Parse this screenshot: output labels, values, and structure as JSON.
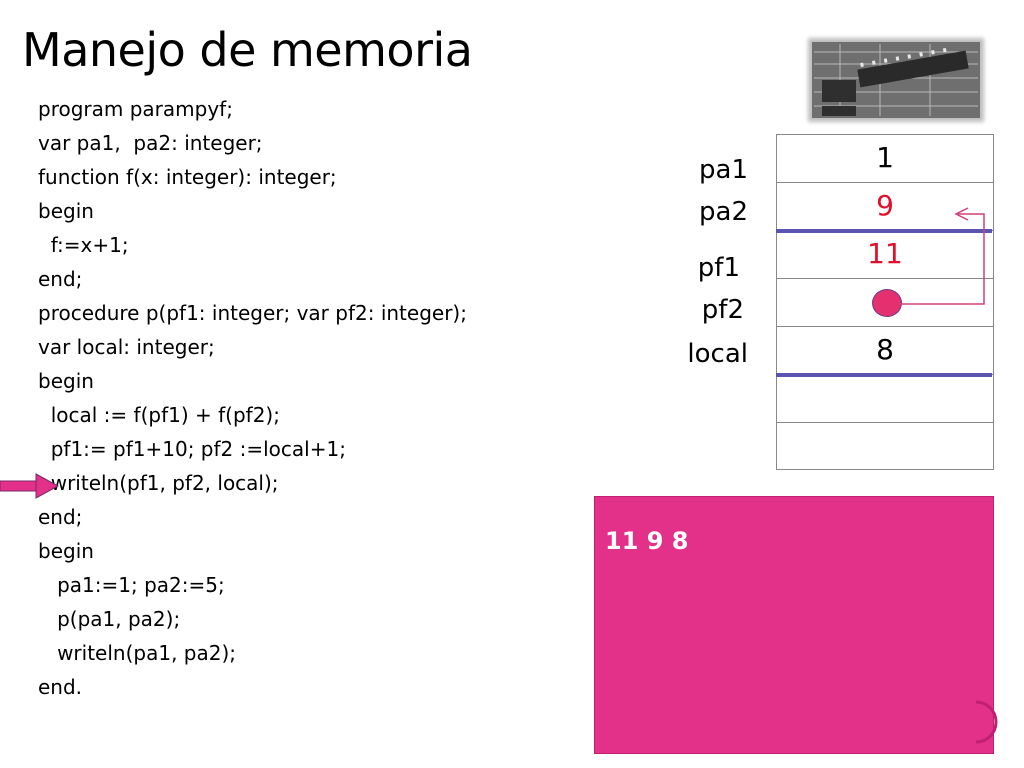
{
  "slide": {
    "title": "Manejo de memoria"
  },
  "code": {
    "lines": [
      "program parampyf;",
      "var pa1,  pa2: integer;",
      "function f(x: integer): integer;",
      "begin",
      "  f:=x+1;",
      "end;",
      "procedure p(pf1: integer; var pf2: integer);",
      "var local: integer;",
      "begin",
      "  local := f(pf1) + f(pf2);",
      "  pf1:= pf1+10; pf2 :=local+1;",
      "  writeln(pf1, pf2, local);",
      "end;",
      "begin",
      "   pa1:=1; pa2:=5;",
      "   p(pa1, pa2);",
      "   writeln(pa1, pa2);",
      "end."
    ],
    "current_line_index": 11
  },
  "memory": {
    "labels": {
      "pa1": "pa1",
      "pa2": "pa2",
      "pf1": "pf1",
      "pf2": "pf2",
      "local": "local"
    },
    "cells": [
      {
        "value": "1",
        "color": "#000000"
      },
      {
        "value": "9",
        "color": "#e0102a"
      },
      {
        "value": "11",
        "color": "#e0102a"
      },
      {
        "value": "",
        "color": "#000000"
      },
      {
        "value": "8",
        "color": "#000000"
      },
      {
        "value": "",
        "color": "#000000"
      },
      {
        "value": "",
        "color": "#000000"
      }
    ]
  },
  "output": {
    "text": "11 9 8"
  },
  "colors": {
    "accent_pink": "#e33088",
    "value_red": "#e0102a",
    "frame_blue": "#5a55b0"
  },
  "icons": {
    "pointer": "current-line-arrow-icon",
    "reference": "reference-dot-icon",
    "chip": "memory-chip-image"
  }
}
